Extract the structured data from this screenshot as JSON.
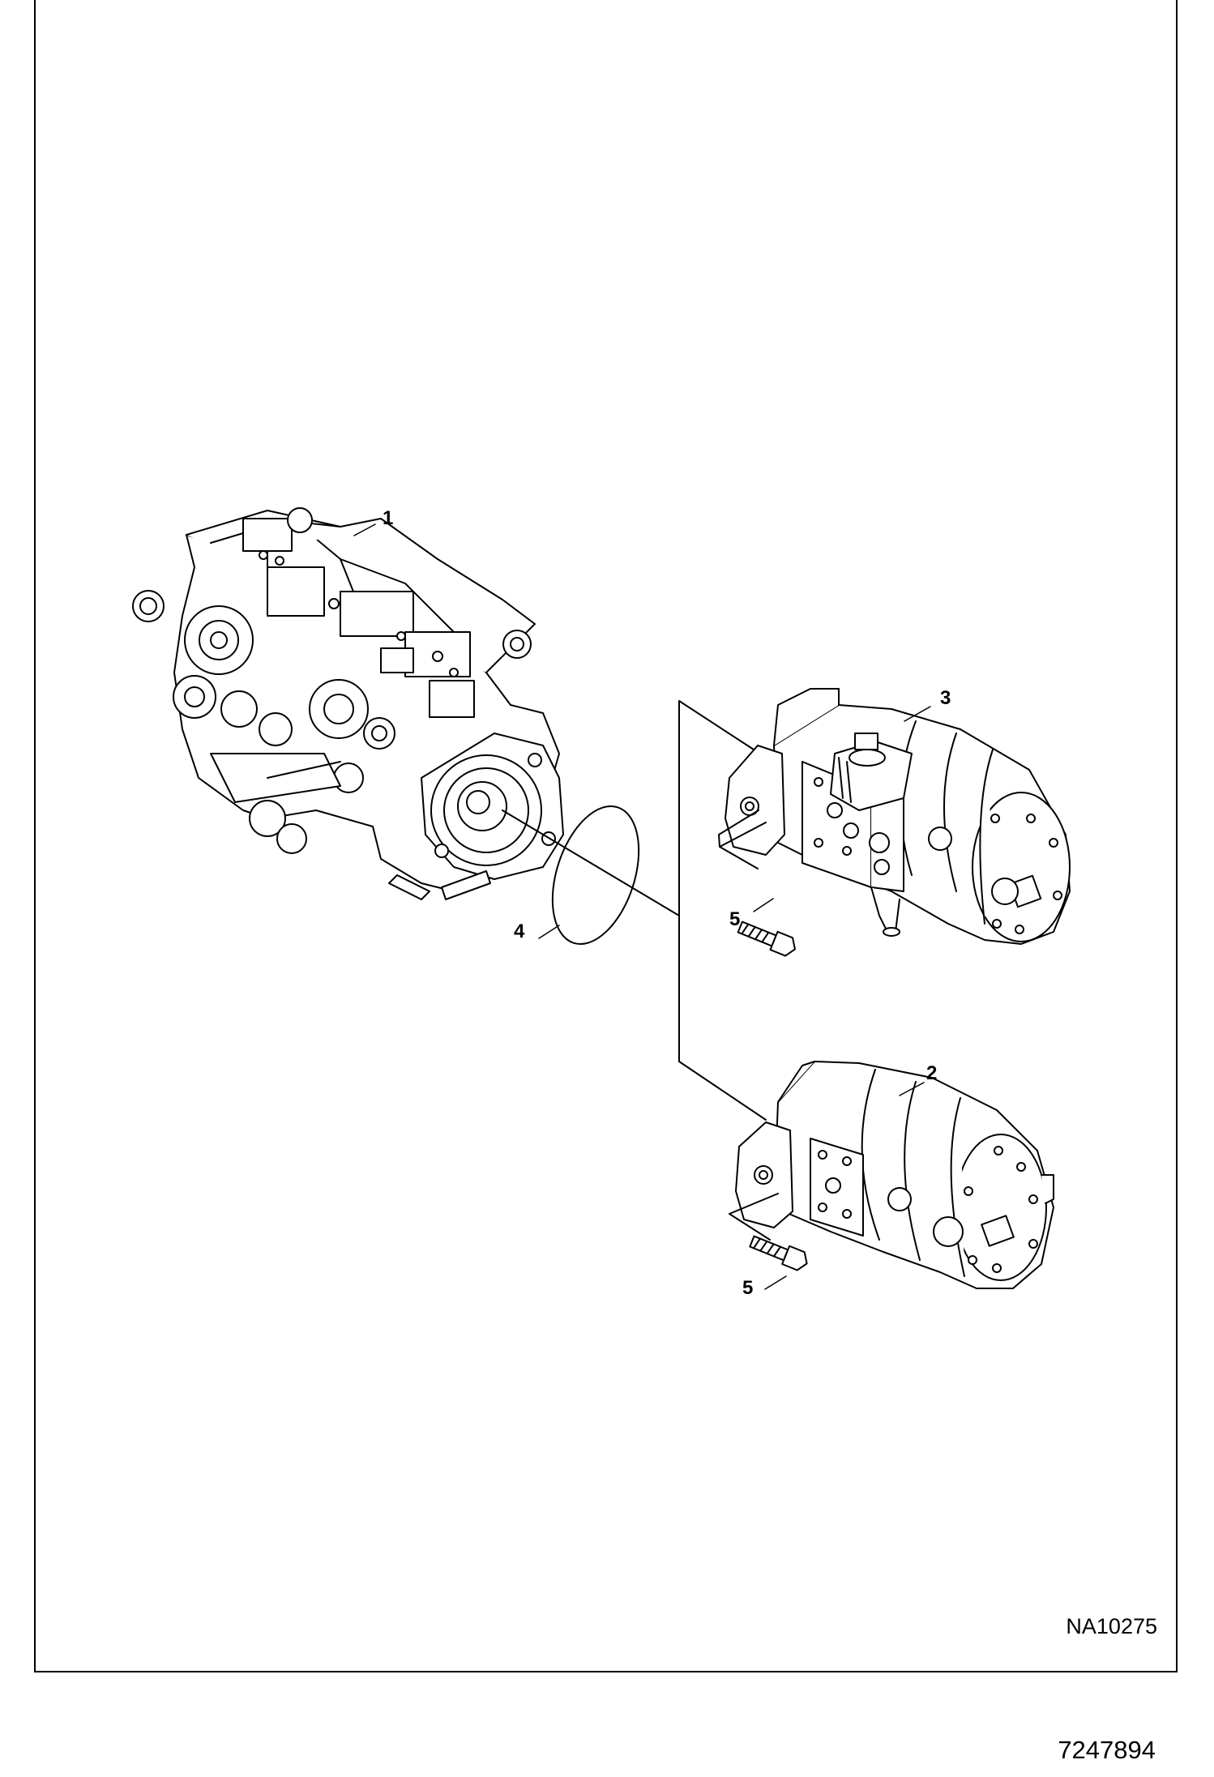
{
  "diagram": {
    "callouts": [
      {
        "id": "c1",
        "text": "1"
      },
      {
        "id": "c2",
        "text": "2"
      },
      {
        "id": "c3",
        "text": "3"
      },
      {
        "id": "c4",
        "text": "4"
      },
      {
        "id": "c5a",
        "text": "5"
      },
      {
        "id": "c5b",
        "text": "5"
      }
    ],
    "figure_code": "NA10275",
    "document_number": "7247894"
  },
  "colors": {
    "line": "#000000",
    "background": "#ffffff"
  }
}
